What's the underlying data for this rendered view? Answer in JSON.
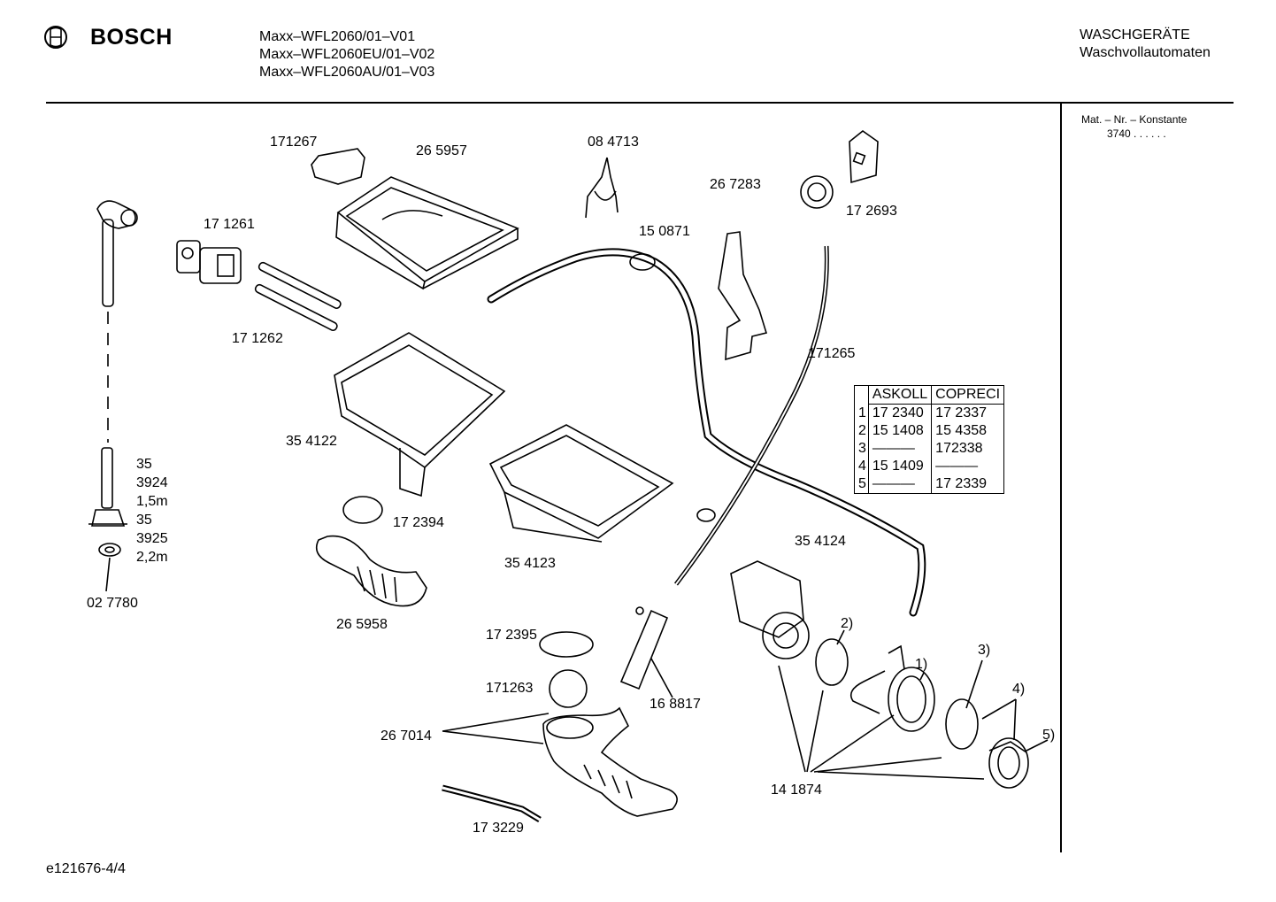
{
  "header": {
    "brand": "BOSCH",
    "models": [
      "Maxx–WFL2060/01–V01",
      "Maxx–WFL2060EU/01–V02",
      "Maxx–WFL2060AU/01–V03"
    ],
    "category": "WASCHGERÄTE",
    "subcategory": "Waschvollautomaten"
  },
  "sidebar": {
    "mat_label": "Mat. – Nr. – Konstante",
    "mat_value": "3740  .  .    .  .  .  ."
  },
  "parts": {
    "p171267": "171267",
    "p265957": "26 5957",
    "p084713": "08 4713",
    "p267283": "26 7283",
    "p172693": "17 2693",
    "p171261": "17 1261",
    "p150871": "15 0871",
    "p171262": "17 1262",
    "p171265": "171265",
    "p354122": "35 4122",
    "p35a": "35",
    "p3924": "3924",
    "p15m": "1,5m",
    "p35b": "35",
    "p3925": "3925",
    "p22m": "2,2m",
    "p027780": "02 7780",
    "p172394": "17 2394",
    "p265958": "26 5958",
    "p354123": "35 4123",
    "p354124": "35 4124",
    "p172395": "17 2395",
    "p171263": "171263",
    "p168817": "16 8817",
    "p267014": "26 7014",
    "p173229": "17 3229",
    "p141874": "14 1874",
    "c1": "1)",
    "c2": "2)",
    "c3": "3)",
    "c4": "4)",
    "c5": "5)"
  },
  "table": {
    "headers": [
      "ASKOLL",
      "COPRECI"
    ],
    "rows": [
      {
        "n": "1",
        "askoll": "17 2340",
        "copreci": "17 2337"
      },
      {
        "n": "2",
        "askoll": "15 1408",
        "copreci": "15 4358"
      },
      {
        "n": "3",
        "askoll": "———",
        "copreci": "172338"
      },
      {
        "n": "4",
        "askoll": "15 1409",
        "copreci": "———"
      },
      {
        "n": "5",
        "askoll": "———",
        "copreci": "17 2339"
      }
    ]
  },
  "footer": {
    "doc_id": "e121676-4/4"
  }
}
